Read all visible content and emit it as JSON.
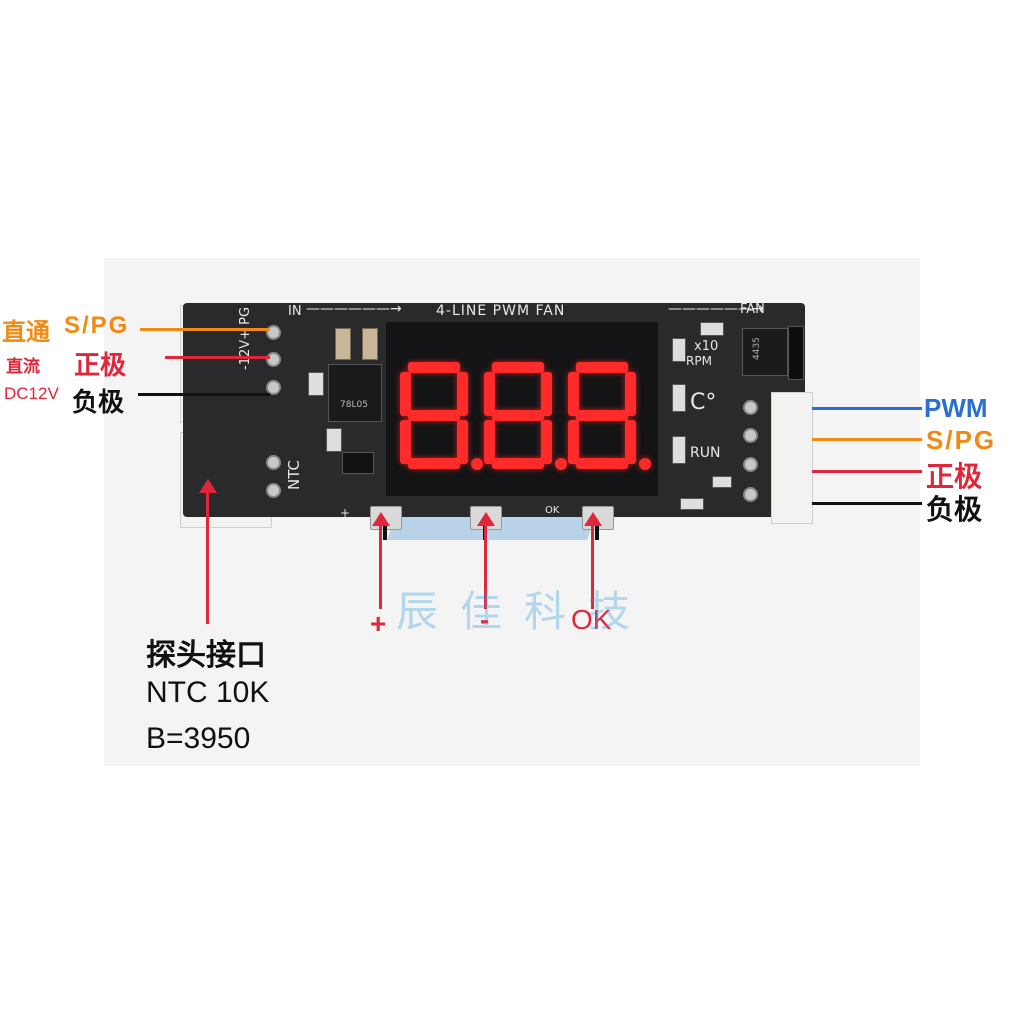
{
  "board": {
    "header_text": "4-LINE PWM FAN",
    "in_label": "IN",
    "fan_label": "FAN",
    "pg_label": "-12V+ PG",
    "ntc_label": "NTC",
    "x10_label": "x10",
    "rpm_label": "RPM",
    "celsius_label": "C°",
    "run_label": "RUN",
    "ic_label": "78L05",
    "chip_label": "4435",
    "plus_silk": "+",
    "minus_silk": "-",
    "ok_silk": "OK"
  },
  "left_labels": {
    "direct": "直通",
    "spg": "S/PG",
    "dc": "直流",
    "positive": "正极",
    "dc12v": "DC12V",
    "negative": "负极"
  },
  "right_labels": {
    "pwm": "PWM",
    "spg": "S/PG",
    "positive": "正极",
    "negative": "负极"
  },
  "buttons": {
    "plus": "+",
    "minus": "-",
    "ok": "OK"
  },
  "probe": {
    "line1": "探头接口",
    "line2": "NTC 10K",
    "line3": "B=3950"
  },
  "watermark": "辰佳科技",
  "colors": {
    "orange": "#f08a14",
    "red": "#e0263a",
    "black": "#111111",
    "blue": "#2a6fd6"
  }
}
